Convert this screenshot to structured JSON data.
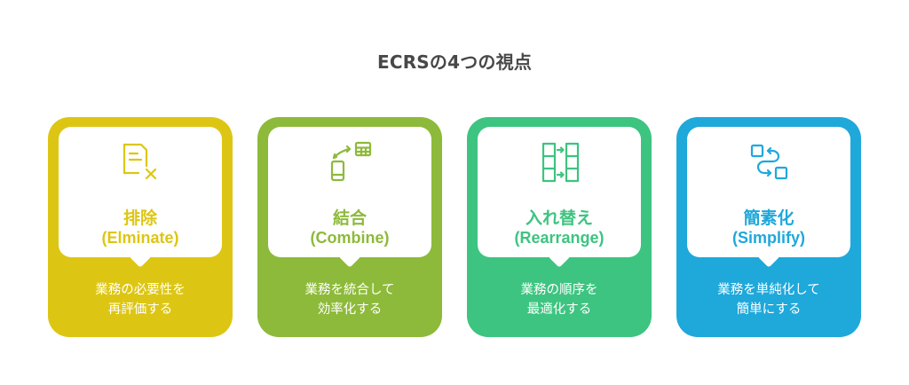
{
  "title": "ECRSの4つの視点",
  "cards": [
    {
      "icon": "document-delete-icon",
      "name_jp": "排除",
      "name_en": "(Elminate)",
      "desc_line1": "業務の必要性を",
      "desc_line2": "再評価する",
      "color": "#DDC613"
    },
    {
      "icon": "phone-table-exchange-icon",
      "name_jp": "結合",
      "name_en": "(Combine)",
      "desc_line1": "業務を統合して",
      "desc_line2": "効率化する",
      "color": "#8DBA3A"
    },
    {
      "icon": "columns-rearrange-icon",
      "name_jp": "入れ替え",
      "name_en": "(Rearrange)",
      "desc_line1": "業務の順序を",
      "desc_line2": "最適化する",
      "color": "#3DC480"
    },
    {
      "icon": "flow-simplify-icon",
      "name_jp": "簡素化",
      "name_en": "(Simplify)",
      "desc_line1": "業務を単純化して",
      "desc_line2": "簡単にする",
      "color": "#1FA8DA"
    }
  ]
}
